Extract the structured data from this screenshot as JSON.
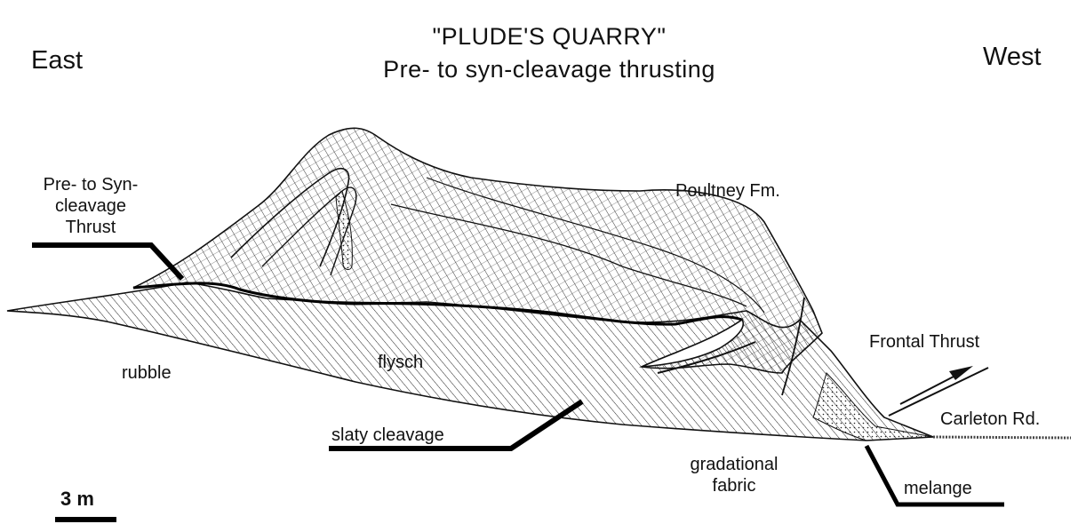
{
  "title": "\"PLUDE'S QUARRY\"",
  "subtitle": "Pre- to syn-cleavage thrusting",
  "directions": {
    "left": "East",
    "right": "West"
  },
  "labels": {
    "pre_syn_thrust": [
      "Pre- to Syn-",
      "cleavage",
      "Thrust"
    ],
    "poultney": "Poultney Fm.",
    "frontal_thrust": "Frontal Thrust",
    "rubble": "rubble",
    "flysch": "flysch",
    "slaty_cleavage": "slaty cleavage",
    "carleton_rd": "Carleton Rd.",
    "gradational": [
      "gradational",
      "fabric"
    ],
    "melange": "melange"
  },
  "scale_bar": {
    "label": "3 m"
  },
  "colors": {
    "ink": "#111111",
    "background": "#ffffff"
  }
}
